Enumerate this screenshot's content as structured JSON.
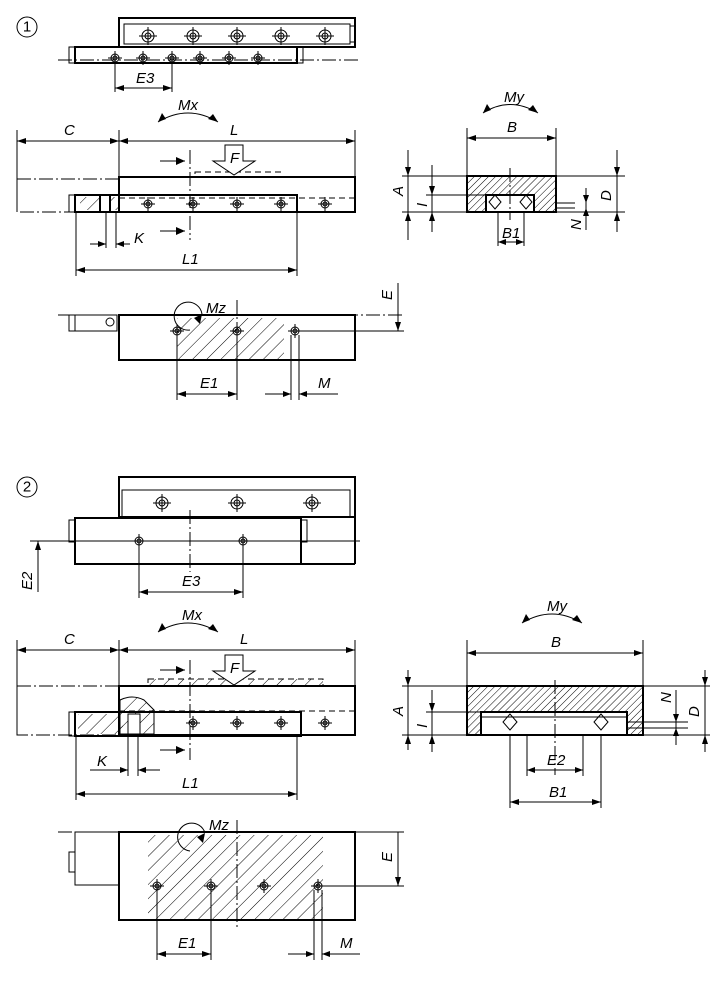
{
  "variants": [
    {
      "number": "1"
    },
    {
      "number": "2"
    }
  ],
  "labels": {
    "E3": "E3",
    "C": "C",
    "L": "L",
    "Mx": "Mx",
    "My": "My",
    "Mz": "Mz",
    "F": "F",
    "K": "K",
    "L1": "L1",
    "B": "B",
    "B1": "B1",
    "A": "A",
    "I": "I",
    "D": "D",
    "N": "N",
    "E": "E",
    "E1": "E1",
    "E2": "E2",
    "M": "M"
  }
}
